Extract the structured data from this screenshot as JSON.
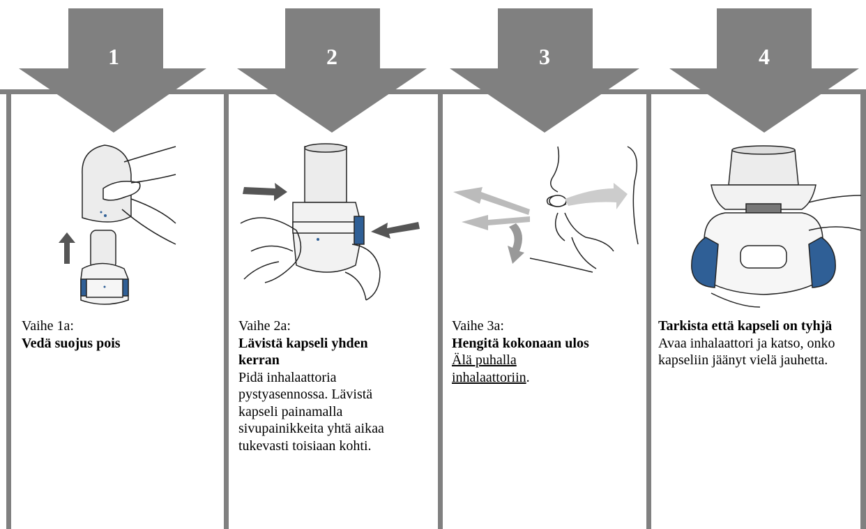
{
  "steps": [
    {
      "number": "1",
      "label": "Vaihe 1a:",
      "heading": "Vedä suojus pois",
      "body": "",
      "link": "",
      "after_link": "",
      "illustration": "remove-cap-illustration"
    },
    {
      "number": "2",
      "label": "Vaihe 2a:",
      "heading": "Lävistä kapseli yhden kerran",
      "body": "Pidä inhalaattoria pystyasennossa. Lävistä kapseli painamalla sivupainikkeita yhtä aikaa tukevasti toisiaan kohti.",
      "link": "",
      "after_link": "",
      "illustration": "pierce-capsule-illustration"
    },
    {
      "number": "3",
      "label": "Vaihe 3a:",
      "heading": "Hengitä kokonaan ulos",
      "body": "",
      "link": "Älä puhalla inhalaattoriin",
      "after_link": ".",
      "illustration": "breathe-out-illustration"
    },
    {
      "number": "4",
      "label": "",
      "heading": "Tarkista että kapseli on tyhjä",
      "body": "Avaa inhalaattori ja katso, onko kapseliin jäänyt vielä jauhetta.",
      "link": "",
      "after_link": "",
      "illustration": "check-capsule-illustration"
    }
  ],
  "colors": {
    "arrow": "#808080",
    "rule": "#808080",
    "device_body": "#e9e9e9",
    "device_button": "#2f5f96"
  }
}
